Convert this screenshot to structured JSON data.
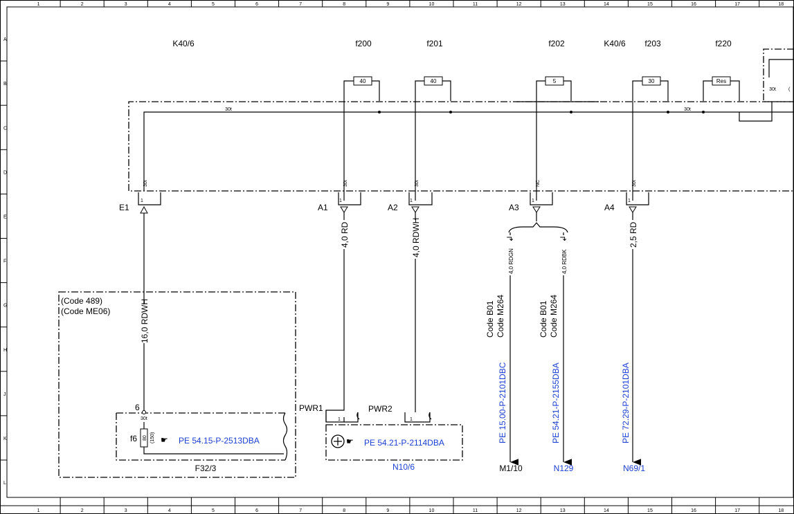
{
  "grid": {
    "columns": [
      "1",
      "2",
      "3",
      "4",
      "5",
      "6",
      "7",
      "8",
      "9",
      "10",
      "11",
      "12",
      "13",
      "14",
      "15",
      "16",
      "17",
      "18"
    ],
    "rows": [
      "A",
      "B",
      "C",
      "D",
      "E",
      "F",
      "G",
      "H",
      "J",
      "K",
      "L"
    ]
  },
  "fuses": [
    {
      "name": "f200",
      "rating": "40"
    },
    {
      "name": "f201",
      "rating": "40"
    },
    {
      "name": "f202",
      "rating": "5"
    },
    {
      "name": "f203",
      "rating": "30"
    },
    {
      "name": "f220",
      "rating": "Res"
    }
  ],
  "relay_labels": {
    "left": "K40/6",
    "right": "K40/6"
  },
  "bus": {
    "label_left": "30t",
    "label_right": "30t",
    "label_box": "30t"
  },
  "terminals": {
    "e1": {
      "name": "E1",
      "pin": "1",
      "signal": "30t"
    },
    "a1": {
      "name": "A1",
      "pin": "1",
      "signal": "30t"
    },
    "a2": {
      "name": "A2",
      "pin": "1",
      "signal": "30t"
    },
    "a3": {
      "name": "A3",
      "pin": "1",
      "signal": "NC"
    },
    "a4": {
      "name": "A4",
      "pin": "1",
      "signal": "30t"
    }
  },
  "wires": {
    "e1": "16,0 RDWH",
    "a1": "4,0 RD",
    "a2": "4,0 RDWH",
    "a3a": "4,0 RDGN",
    "a3b": "4,0 RDBK",
    "a4": "2,5 RD"
  },
  "codes": {
    "box_line1": "(Code 489)",
    "box_line2": "(Code ME06)",
    "a3a_line1": "Code B01",
    "a3a_line2": "Code M264",
    "a3b_line1": "Code B01",
    "a3b_line2": "Code M264"
  },
  "refs": {
    "f6": "PE 54.15-P-2513DBA",
    "n10": "PE 54.21-P-2114DBA",
    "m110": "PE 15.00-P-2101DBC",
    "n129": "PE 54.21-P-2155DBA",
    "n691": "PE 72.29-P-2101DBA"
  },
  "components": {
    "f6_label": "f6",
    "f6_rating": "80",
    "f6_rating_alt": "(150)",
    "f6_pin": "6",
    "f6_pin_signal": "30t",
    "f32": "F32/3",
    "pwr1": "PWR1",
    "pwr2": "PWR2",
    "pin1": "1",
    "pin1b": "1",
    "n10": "N10/6",
    "m110": "M1/10",
    "n129": "N129",
    "n691": "N69/1"
  },
  "colors": {
    "line": "#000000",
    "reference": "#1a3fd6",
    "background": "#ffffff"
  },
  "icons": [
    "pointing-hand-icon",
    "motor-symbol-icon"
  ]
}
